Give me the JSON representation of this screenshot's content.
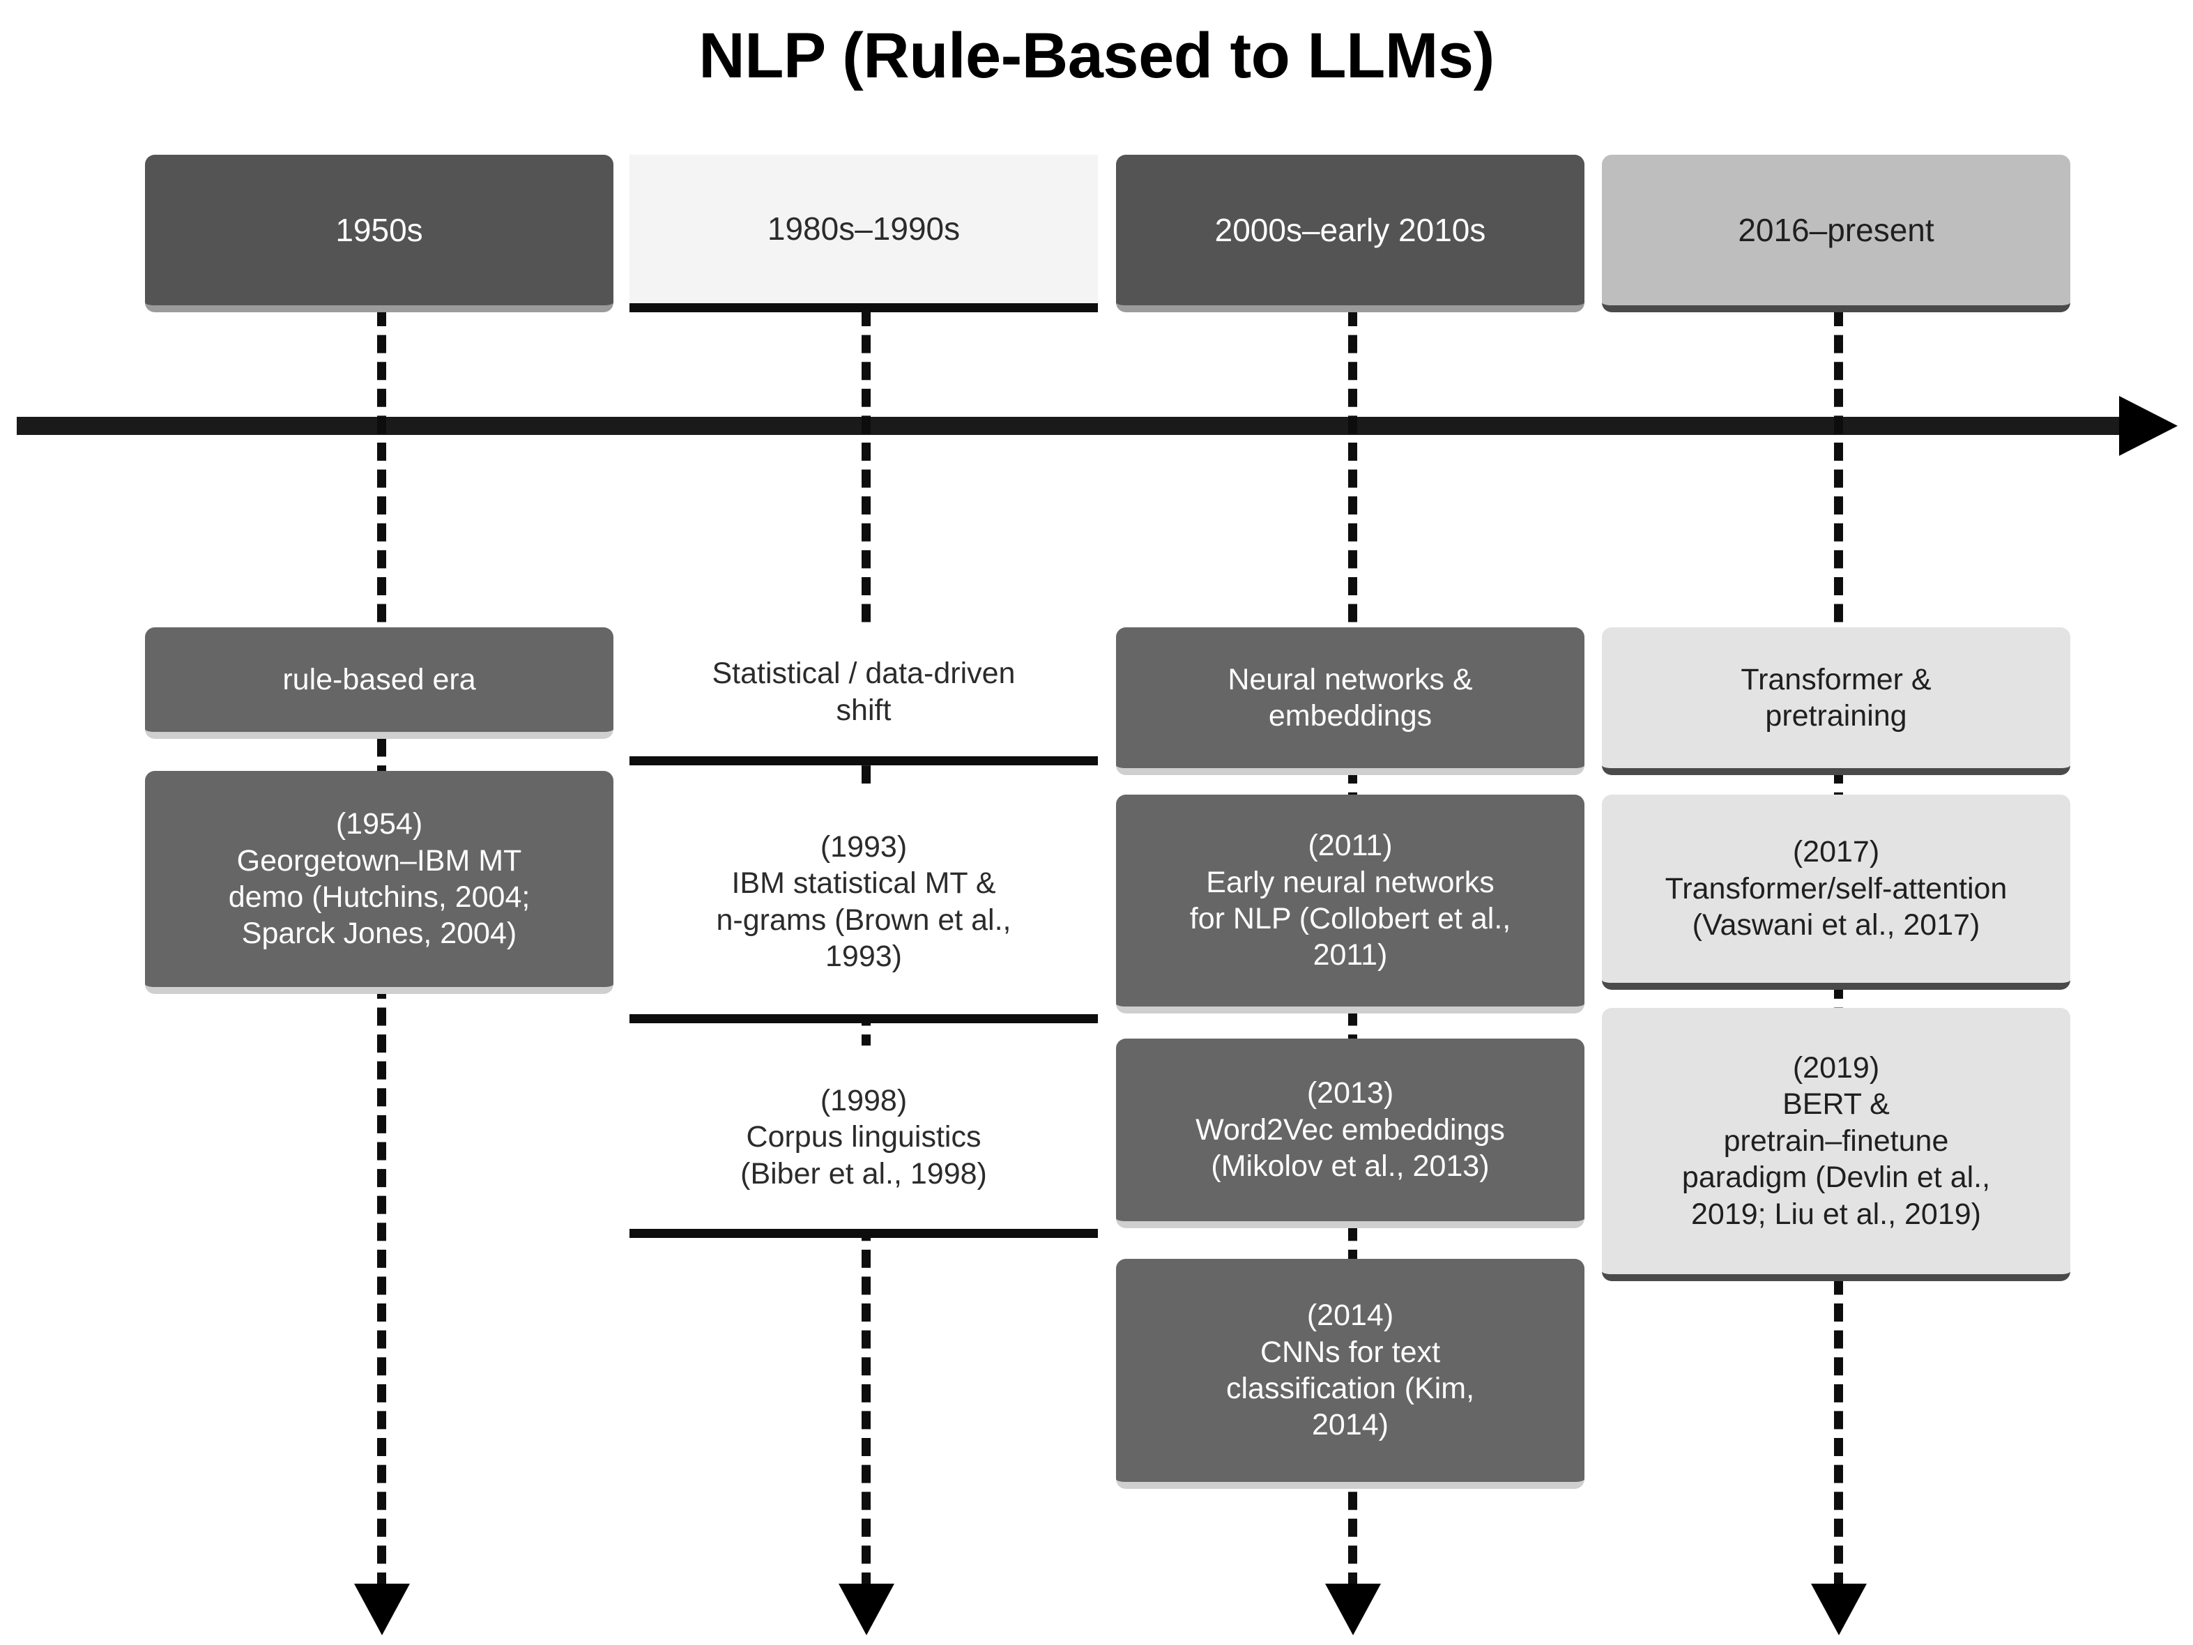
{
  "title": "NLP (Rule-Based to LLMs)",
  "timeline": {
    "axis_icon": "right-arrow-icon",
    "column_connector_icon": "down-arrow-icon"
  },
  "colors": {
    "dark_fill": "#545454",
    "dark_body_fill": "#666666",
    "light_fill": "#f4f4f4",
    "white_body_fill": "#ffffff",
    "midgray_fill": "#bebebe",
    "light_body_fill": "#e3e3e3",
    "dark_text": "#1f1f1f",
    "light_text": "#ffffff",
    "axis": "#1a1a1a"
  },
  "columns": [
    {
      "era": "1950s",
      "theme": "rule-based era",
      "events": [
        "(1954)\nGeorgetown–IBM MT\ndemo (Hutchins, 2004;\nSparck Jones, 2004)"
      ]
    },
    {
      "era": "1980s–1990s",
      "theme": "Statistical / data-driven\nshift",
      "events": [
        "(1993)\nIBM statistical MT &\nn-grams (Brown et al.,\n1993)",
        "(1998)\nCorpus linguistics\n(Biber et al., 1998)"
      ]
    },
    {
      "era": "2000s–early 2010s",
      "theme": "Neural networks &\nembeddings",
      "events": [
        "(2011)\nEarly neural networks\nfor NLP (Collobert et al.,\n2011)",
        "(2013)\nWord2Vec embeddings\n(Mikolov et al., 2013)",
        "(2014)\nCNNs for text\nclassification (Kim,\n2014)"
      ]
    },
    {
      "era": "2016–present",
      "theme": "Transformer &\npretraining",
      "events": [
        "(2017)\nTransformer/self-attention\n(Vaswani et al., 2017)",
        "(2019)\nBERT &\npretrain–finetune\nparadigm (Devlin et al.,\n2019; Liu et al., 2019)"
      ]
    }
  ]
}
